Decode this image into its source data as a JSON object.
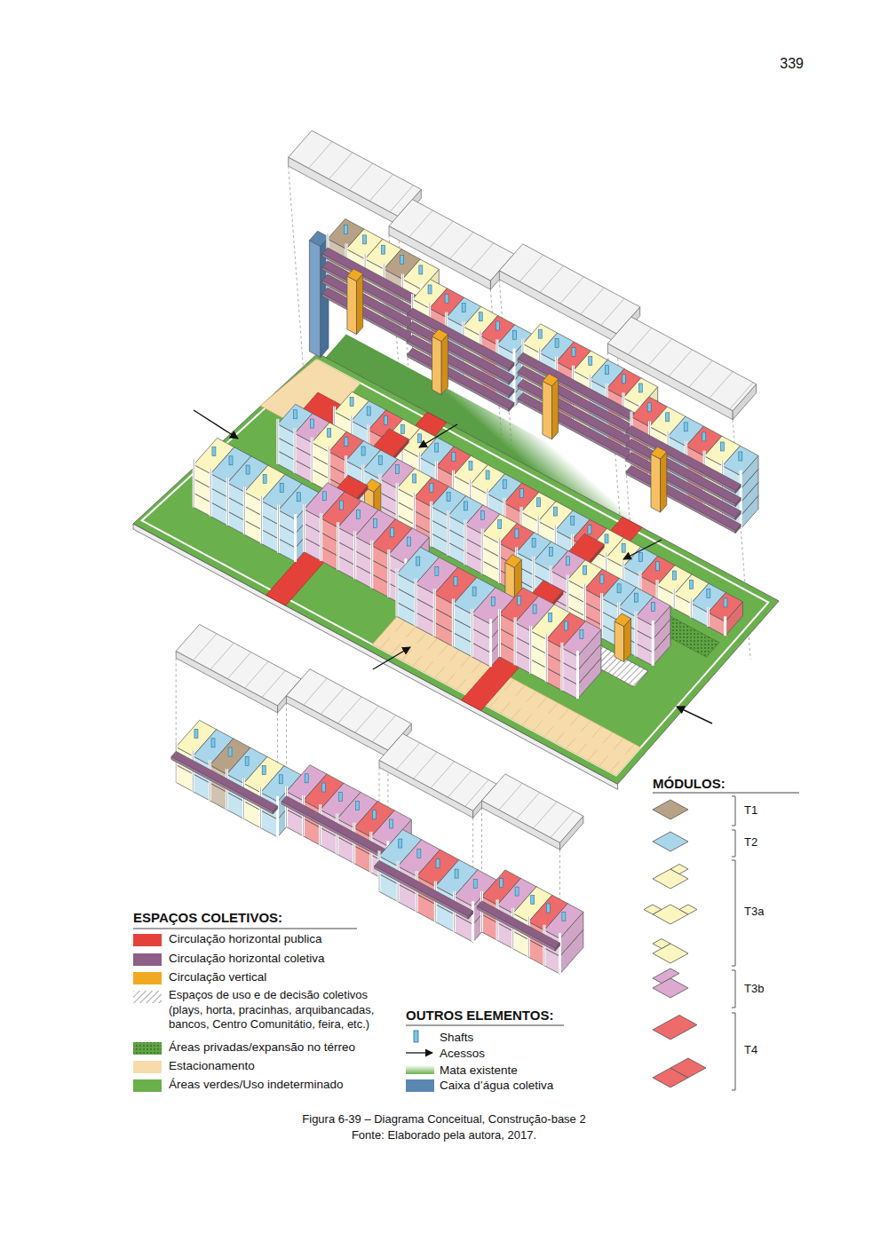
{
  "diagram": {
    "caption": "Figura 6-39 – Diagrama Conceitual, Construção-base 2",
    "labels": [
      "339",
      "ESPAÇOS COLETIVOS:",
      "OUTROS ELEMENTOS:",
      "MÓDULOS:",
      "T1",
      "T2",
      "T3a",
      "T3b",
      "T4",
      "Fonte: Elaborado pela autora, 2017."
    ],
    "legend": [
      {
        "text": "Circulação horizontal publica",
        "color": "#e5413b"
      },
      {
        "text": "Circulação horizontal coletiva",
        "color": "#8e5f86"
      },
      {
        "text": "Circulação vertical",
        "color": "#f2a922"
      },
      {
        "text": "Espaços de uso e de decisão coletivos (plays, horta, pracinhas, arquibancadas, bancos, Centro Comunitátio, feira, etc.)"
      },
      {
        "text": "Áreas privadas/expansão no térreo"
      },
      {
        "text": "Estacionamento",
        "color": "#f6dcaa"
      },
      {
        "text": "Áreas verdes/Uso indeterminado",
        "color": "#6ab04c"
      },
      {
        "text": "Shafts"
      },
      {
        "text": "Acessos"
      },
      {
        "text": "Mata existente"
      },
      {
        "text": "Caixa d’água coletiva",
        "color": "#5b86b0"
      }
    ]
  }
}
